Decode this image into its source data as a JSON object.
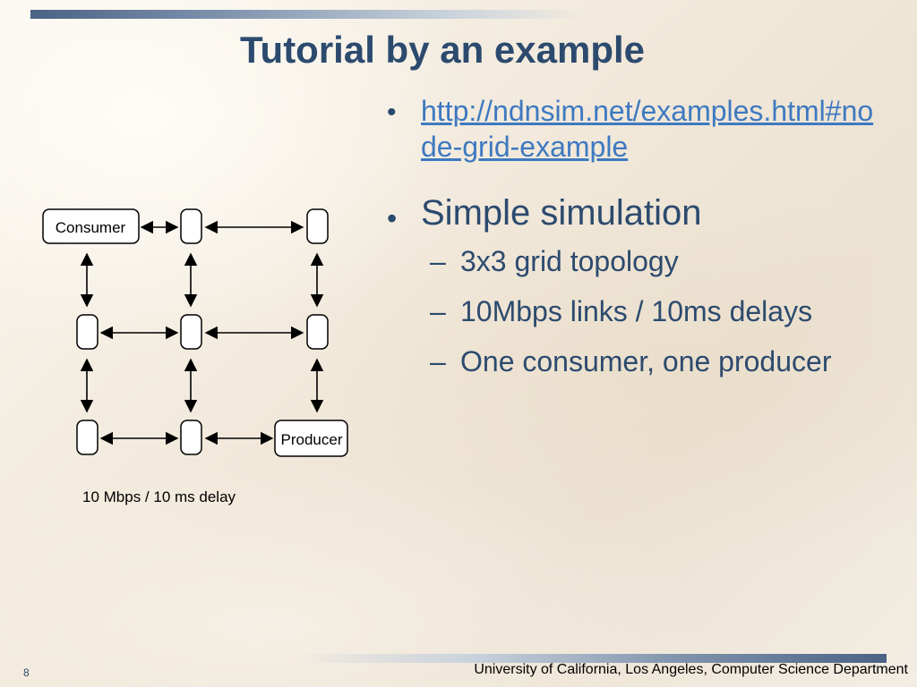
{
  "slide": {
    "title": "Tutorial by an example",
    "page_number": "8",
    "footer": "University of California, Los Angeles, Computer Science Department"
  },
  "bullets": {
    "bullet_symbol": "•",
    "link": "http://ndnsim.net/examples.html#node-grid-example",
    "main": "Simple simulation",
    "sub_dash": "–",
    "sub_items": [
      "3x3 grid topology",
      "10Mbps links / 10ms delays",
      "One consumer, one producer"
    ]
  },
  "diagram": {
    "consumer_label": "Consumer",
    "producer_label": "Producer",
    "caption": "10 Mbps / 10 ms delay",
    "grid_rows": 3,
    "grid_cols": 3
  },
  "colors": {
    "title": "#2c4a6e",
    "link": "#3e79c0",
    "bar": "#4a6284"
  }
}
